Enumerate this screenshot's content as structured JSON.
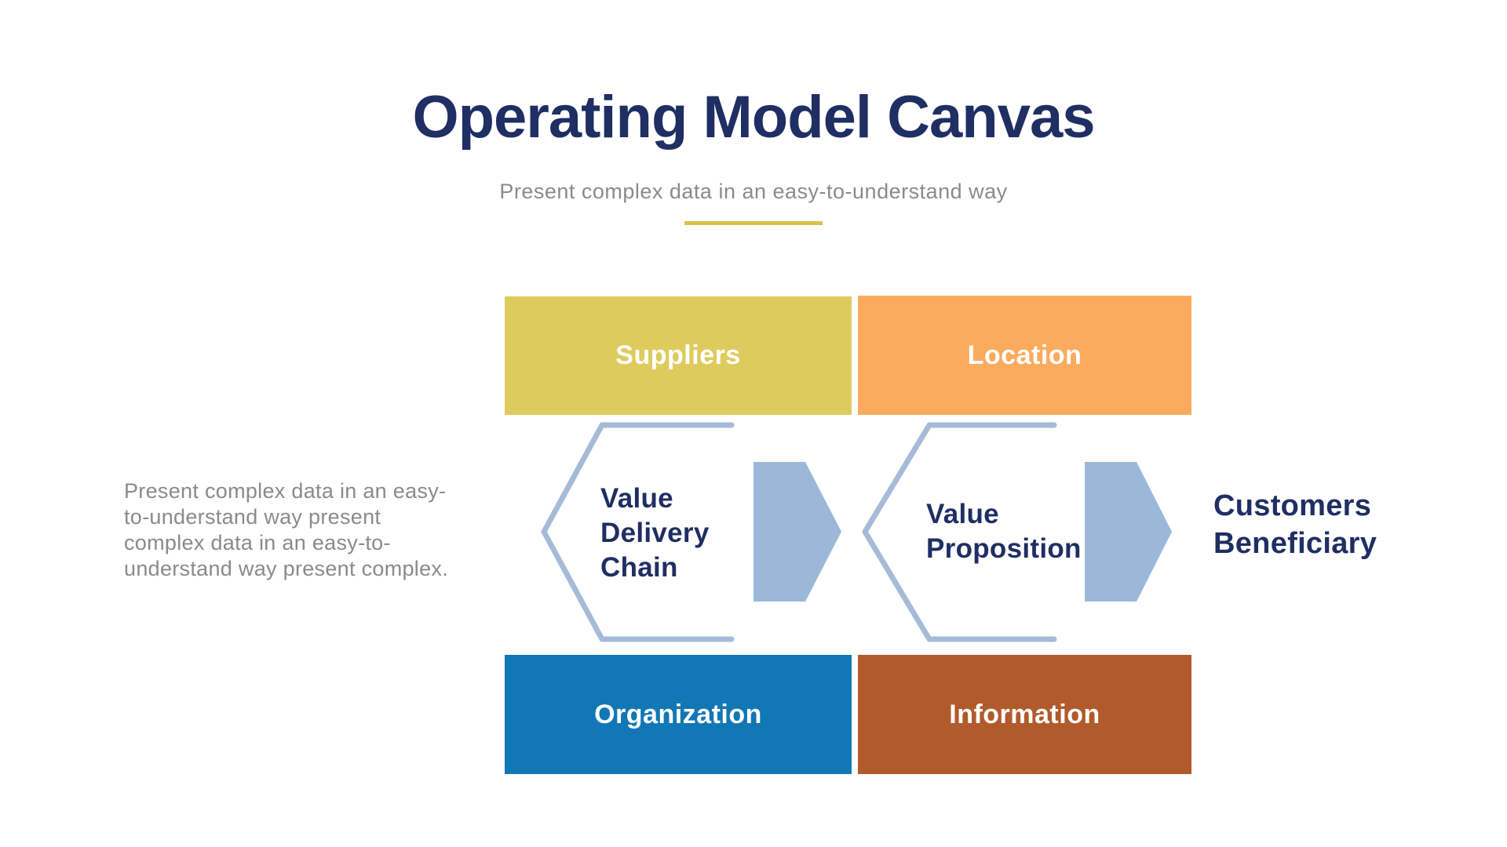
{
  "header": {
    "title": "Operating Model Canvas",
    "subtitle": "Present complex data in an easy-to-understand way"
  },
  "description": "Present complex data in an easy-\nto-understand way present\ncomplex data in an easy-to-\nunderstand way present complex.",
  "canvas": {
    "boxes": [
      {
        "id": "suppliers",
        "label": "Suppliers",
        "color": "#DECB5E"
      },
      {
        "id": "location",
        "label": "Location",
        "color": "#FBAB5D"
      },
      {
        "id": "organization",
        "label": "Organization",
        "color": "#1277B5"
      },
      {
        "id": "information",
        "label": "Information",
        "color": "#B15A2B"
      }
    ],
    "chevrons": [
      {
        "id": "value-delivery-chain",
        "label": "Value\nDelivery\nChain"
      },
      {
        "id": "value-proposition",
        "label": "Value\nProposition"
      }
    ],
    "outcome_label": "Customers\nBeneficiary"
  },
  "colors": {
    "navy": "#1F2E63",
    "gray": "#8A8A8A",
    "gold": "#D9C14B",
    "arrow-fill": "#9BB8D9",
    "chevron-stroke": "#A6BBD7",
    "background": "#FFFFFF"
  }
}
